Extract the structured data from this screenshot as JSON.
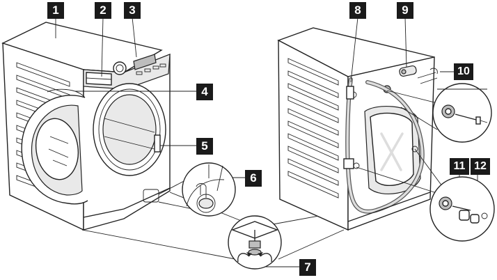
{
  "callouts": {
    "c1": "1",
    "c2": "2",
    "c3": "3",
    "c4": "4",
    "c5": "5",
    "c6": "6",
    "c7": "7",
    "c8": "8",
    "c9": "9",
    "c10": "10",
    "c11": "11",
    "c12": "12"
  },
  "colors": {
    "callout_bg": "#1a1a1a",
    "callout_text": "#ffffff",
    "line": "#222222",
    "panel_grey": "#e9e9e9"
  },
  "icons": [
    "rotate-arrow-icon",
    "rotate-arrow-icon"
  ]
}
